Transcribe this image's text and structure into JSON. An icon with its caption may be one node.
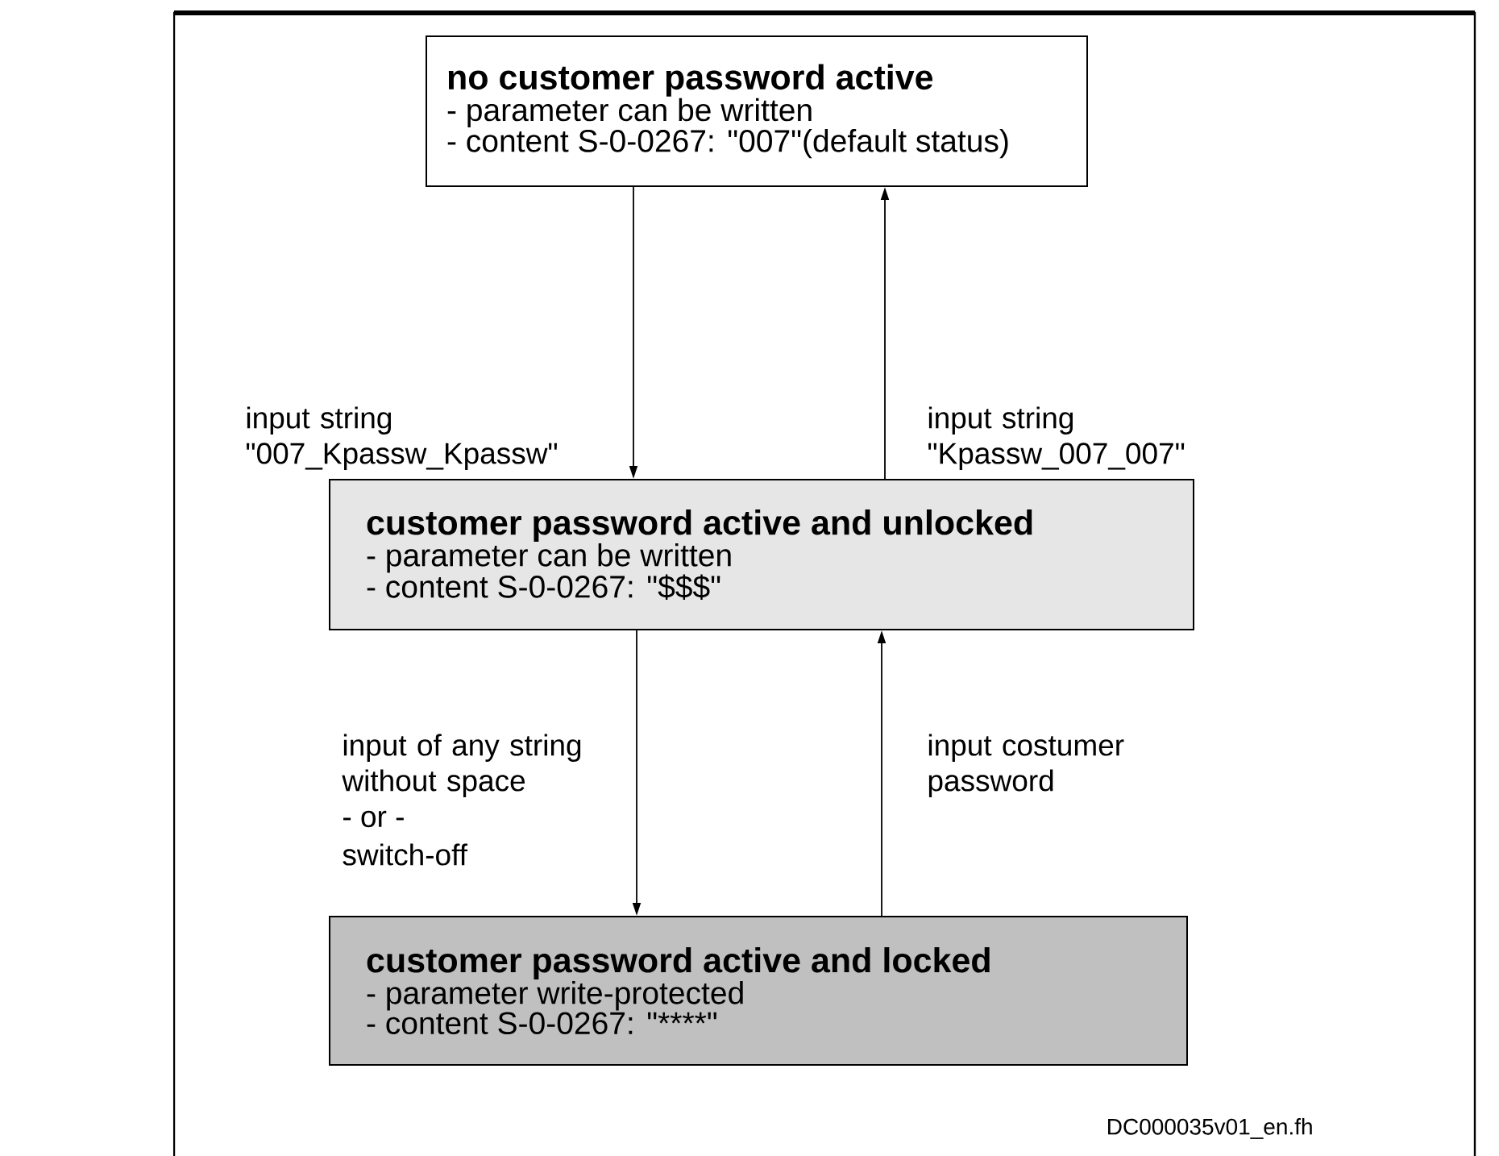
{
  "diagram": {
    "nodes": [
      {
        "text": [
          "no customer password active",
          "- parameter can be written",
          "- content S-0-0267: \"007\"(default status)"
        ]
      },
      {
        "text": [
          "customer password active and unlocked",
          "- parameter can be written",
          "- content S-0-0267: \"$$$\""
        ]
      },
      {
        "text": [
          "customer password active and locked",
          "- parameter write-protected",
          "- content S-0-0267: \"****\""
        ]
      }
    ],
    "edges": [
      {
        "from": 0,
        "to": 1,
        "arrow": "to",
        "label": "input string \"007_Kpassw_Kpassw\""
      },
      {
        "from": 1,
        "to": 0,
        "arrow": "to",
        "label": "input string \"Kpassw_007_007\""
      },
      {
        "from": 1,
        "to": 2,
        "arrow": "to",
        "label": "input of any string without space"
      },
      {
        "from": 2,
        "to": 1,
        "arrow": "to",
        "label": "input costumer password"
      }
    ],
    "labels": [
      "- or -",
      "switch-off",
      "DC000035v01_en.fh"
    ]
  }
}
